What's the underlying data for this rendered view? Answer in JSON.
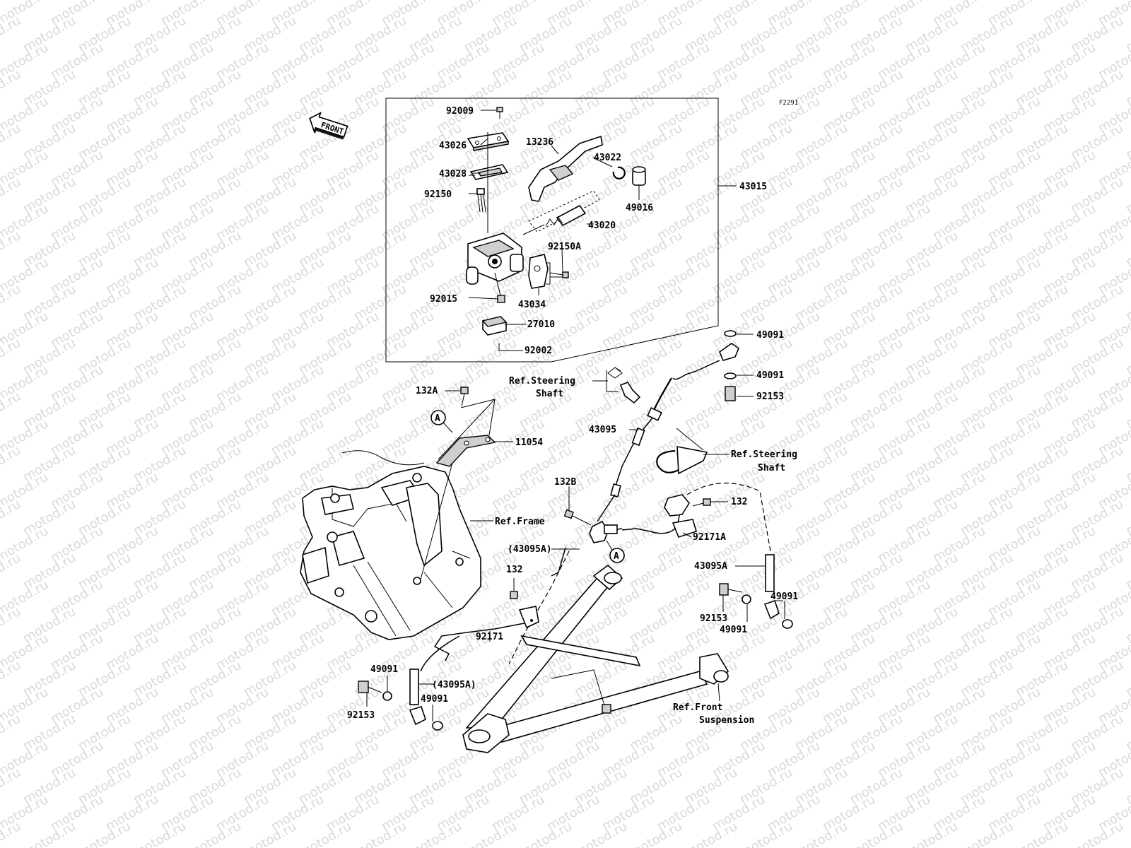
{
  "watermark": {
    "text": "motod.ru",
    "color": "#d9d9d9"
  },
  "figure_code": "F2291",
  "front_arrow": "FRONT",
  "callouts": [
    {
      "id": "92009",
      "text": "92009"
    },
    {
      "id": "43026",
      "text": "43026"
    },
    {
      "id": "13236",
      "text": "13236"
    },
    {
      "id": "43022",
      "text": "43022"
    },
    {
      "id": "43028",
      "text": "43028"
    },
    {
      "id": "92150",
      "text": "92150"
    },
    {
      "id": "49016",
      "text": "49016"
    },
    {
      "id": "43015",
      "text": "43015"
    },
    {
      "id": "43020",
      "text": "43020"
    },
    {
      "id": "92150A",
      "text": "92150A"
    },
    {
      "id": "92015",
      "text": "92015"
    },
    {
      "id": "43034",
      "text": "43034"
    },
    {
      "id": "27010",
      "text": "27010"
    },
    {
      "id": "92002",
      "text": "92002"
    },
    {
      "id": "49091a",
      "text": "49091"
    },
    {
      "id": "49091b",
      "text": "49091"
    },
    {
      "id": "92153a",
      "text": "92153"
    },
    {
      "id": "ref_steering_1a",
      "text": "Ref.Steering"
    },
    {
      "id": "ref_steering_1b",
      "text": "Shaft"
    },
    {
      "id": "132A",
      "text": "132A"
    },
    {
      "id": "A1",
      "text": "A"
    },
    {
      "id": "11054",
      "text": "11054"
    },
    {
      "id": "43095",
      "text": "43095"
    },
    {
      "id": "ref_steering_2a",
      "text": "Ref.Steering"
    },
    {
      "id": "ref_steering_2b",
      "text": "Shaft"
    },
    {
      "id": "132B",
      "text": "132B"
    },
    {
      "id": "132a",
      "text": "132"
    },
    {
      "id": "ref_frame",
      "text": "Ref.Frame"
    },
    {
      "id": "92171A",
      "text": "92171A"
    },
    {
      "id": "43095A_paren",
      "text": "(43095A)"
    },
    {
      "id": "A2",
      "text": "A"
    },
    {
      "id": "43095A",
      "text": "43095A"
    },
    {
      "id": "132b",
      "text": "132"
    },
    {
      "id": "49091c",
      "text": "49091"
    },
    {
      "id": "92153b",
      "text": "92153"
    },
    {
      "id": "49091d",
      "text": "49091"
    },
    {
      "id": "92171",
      "text": "92171"
    },
    {
      "id": "49091e",
      "text": "49091"
    },
    {
      "id": "43095A_paren2",
      "text": "(43095A)"
    },
    {
      "id": "49091f",
      "text": "49091"
    },
    {
      "id": "92153c",
      "text": "92153"
    },
    {
      "id": "ref_front_a",
      "text": "Ref.Front"
    },
    {
      "id": "ref_front_b",
      "text": "Suspension"
    }
  ]
}
